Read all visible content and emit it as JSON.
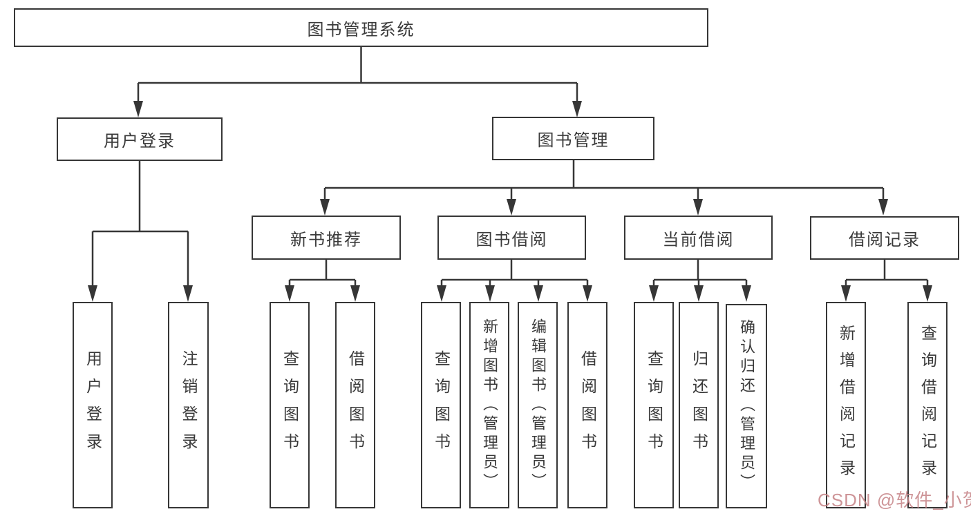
{
  "tree": {
    "label": "图书管理系统",
    "children": [
      {
        "label": "用户登录",
        "children": [
          {
            "label": "用户登录"
          },
          {
            "label": "注销登录"
          }
        ]
      },
      {
        "label": "图书管理",
        "children": [
          {
            "label": "新书推荐",
            "children": [
              {
                "label": "查询图书"
              },
              {
                "label": "借阅图书"
              }
            ]
          },
          {
            "label": "图书借阅",
            "children": [
              {
                "label": "查询图书"
              },
              {
                "label": "新增图书（管理员）"
              },
              {
                "label": "编辑图书（管理员）"
              },
              {
                "label": "借阅图书"
              }
            ]
          },
          {
            "label": "当前借阅",
            "children": [
              {
                "label": "查询图书"
              },
              {
                "label": "归还图书"
              },
              {
                "label": "确认归还（管理员）"
              }
            ]
          },
          {
            "label": "借阅记录",
            "children": [
              {
                "label": "新增借阅记录"
              },
              {
                "label": "查询借阅记录"
              }
            ]
          }
        ]
      }
    ]
  },
  "watermark": {
    "text": "CSDN @软件_小贺同学",
    "color": "#c58286"
  },
  "colors": {
    "line": "#363636",
    "box_border": "#363636",
    "text": "#3a3a3a",
    "background": "#ffffff"
  }
}
